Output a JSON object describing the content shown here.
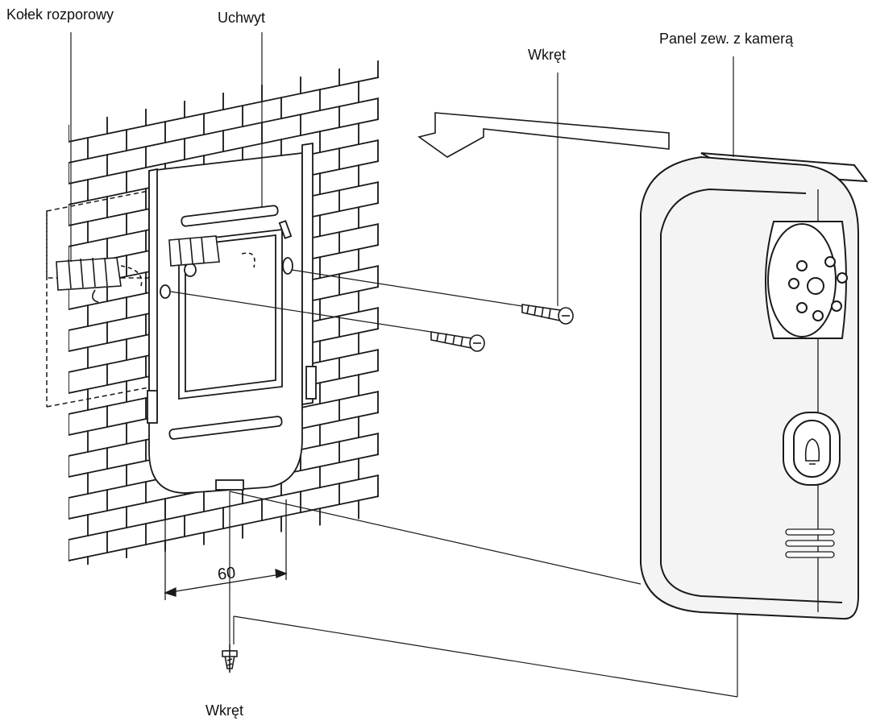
{
  "labels": {
    "anchor": "Kołek rozporowy",
    "bracket": "Uchwyt",
    "screw_top": "Wkręt",
    "panel": "Panel zew. z kamerą",
    "screw_bottom": "Wkręt",
    "dimension": "60"
  },
  "colors": {
    "line": "#1a1a1a",
    "panel_fill": "#f4f4f4",
    "paper": "#ffffff"
  }
}
